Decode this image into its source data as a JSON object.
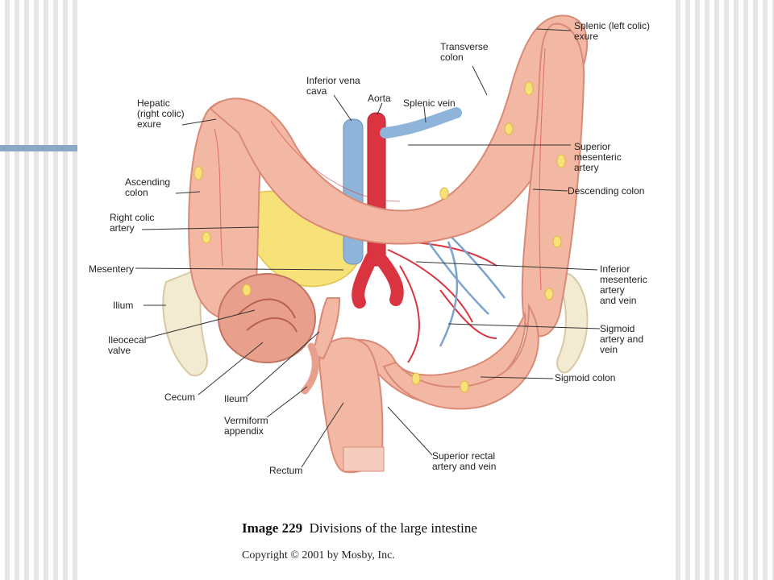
{
  "labels": {
    "splenic_flexure": "Splenic (left colic)\nexure",
    "transverse_colon": "Transverse\ncolon",
    "inferior_vena_cava": "Inferior vena\ncava",
    "aorta": "Aorta",
    "splenic_vein": "Splenic vein",
    "hepatic_flexure": "Hepatic\n(right colic)\nexure",
    "superior_mesenteric_artery": "Superior\nmesenteric\nartery",
    "ascending_colon": "Ascending\ncolon",
    "descending_colon": "Descending colon",
    "right_colic_artery": "Right colic\nartery",
    "mesentery": "Mesentery",
    "inferior_mesenteric": "Inferior\nmesenteric\nartery\nand vein",
    "ilium": "Ilium",
    "ileocecal_valve": "Ileocecal\nvalve",
    "sigmoid_artery_vein": "Sigmoid\nartery and\nvein",
    "sigmoid_colon": "Sigmoid colon",
    "cecum": "Cecum",
    "ileum": "Ileum",
    "vermiform_appendix": "Vermiform\nappendix",
    "superior_rectal": "Superior rectal\nartery and vein",
    "rectum": "Rectum"
  },
  "caption": {
    "number": "Image 229",
    "text": "Divisions of the large intestine"
  },
  "copyright": "Copyright © 2001 by Mosby, Inc.",
  "colors": {
    "colon": "#f2b8a3",
    "colon_edge": "#d98a77",
    "fat": "#f7e27a",
    "artery": "#d9343f",
    "vein": "#8fb4d9",
    "bone": "#f3ead2",
    "accent_bar": "#8aa8c4"
  }
}
